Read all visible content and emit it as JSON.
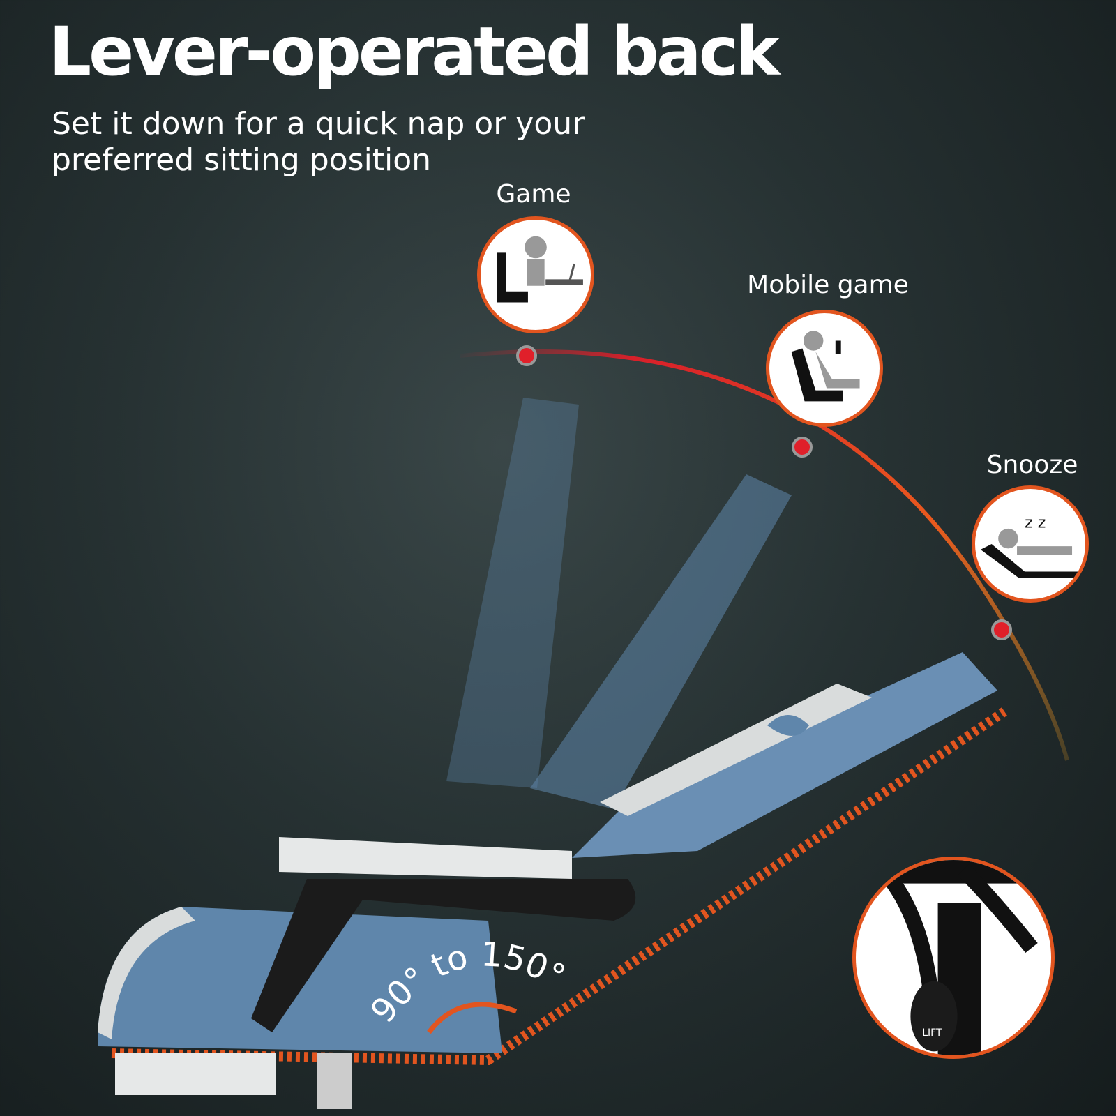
{
  "header": {
    "title": "Lever-operated back",
    "subtitle": "Set it down for a quick nap or your preferred sitting position"
  },
  "modes": [
    {
      "label": "Game",
      "icon": "person-at-desk-icon"
    },
    {
      "label": "Mobile game",
      "icon": "person-reclined-phone-icon"
    },
    {
      "label": "Snooze",
      "icon": "person-sleeping-icon"
    }
  ],
  "angle": {
    "label": "90° to 150°",
    "min_degrees": 90,
    "max_degrees": 150
  },
  "inset": {
    "lever_text": "LIFT",
    "icon": "lift-lever-icon"
  },
  "colors": {
    "accent": "#e2551f",
    "arc_start": "#d8202a",
    "arc_end": "#f0a020",
    "fabric": "#5f86ab",
    "trim": "#d9dcdc"
  }
}
